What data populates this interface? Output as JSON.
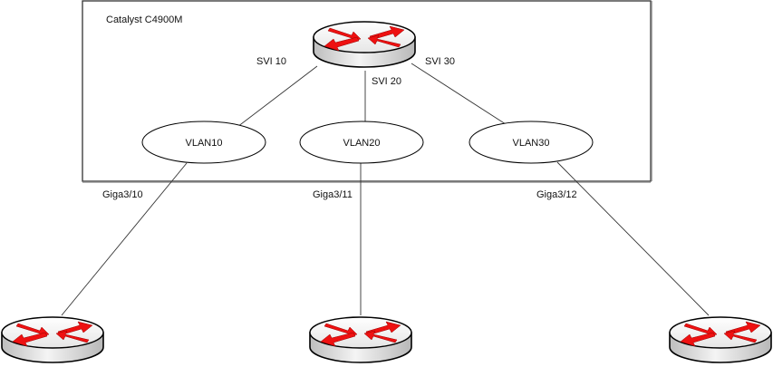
{
  "diagram": {
    "container_label": "Catalyst C4900M",
    "core_router": {
      "name": "core-router",
      "icon": "router-icon"
    },
    "svi_labels": [
      "SVI 10",
      "SVI 20",
      "SVI 30"
    ],
    "vlans": [
      "VLAN10",
      "VLAN20",
      "VLAN30"
    ],
    "ports": [
      "Giga3/10",
      "Giga3/11",
      "Giga3/12"
    ],
    "edge_routers": [
      {
        "name": "edge-router-left",
        "icon": "router-icon"
      },
      {
        "name": "edge-router-center",
        "icon": "router-icon"
      },
      {
        "name": "edge-router-right",
        "icon": "router-icon"
      }
    ],
    "colors": {
      "arrow_red": "#ee1111",
      "router_top": "#f2f2f2",
      "router_side": "#d8d8d8",
      "container_border": "#777777"
    }
  }
}
